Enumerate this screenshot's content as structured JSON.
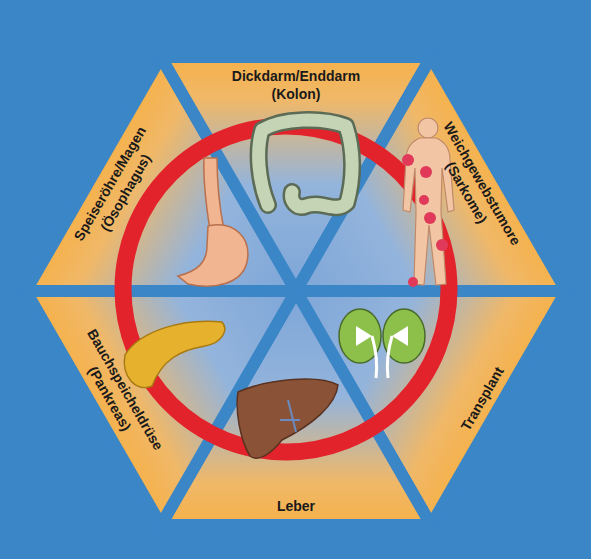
{
  "diagram": {
    "nodes": [
      {
        "text": [
          "Speiseröhre/Magen (Ösophagus)"
        ]
      },
      {
        "text": [
          "Dickdarm/Enddarm (Kolon)"
        ]
      },
      {
        "text": [
          "Weichgewebstumore (Sarkome)"
        ]
      },
      {
        "text": [
          "Transplant"
        ]
      },
      {
        "text": [
          "Leber"
        ]
      },
      {
        "text": [
          "Bauchspeicheldrüse (Pankreas)"
        ]
      }
    ]
  }
}
